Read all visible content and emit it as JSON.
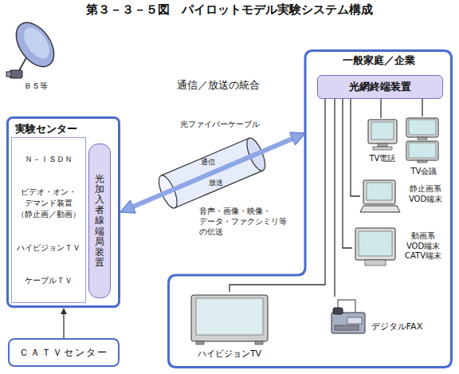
{
  "diagram": {
    "title": "第３－３－５図　パイロットモデル実験システム構成",
    "nodes": [
      {
        "text": [
          "実験センター"
        ]
      },
      {
        "text": [
          "Ｎ－ＩＳＤＮ",
          "ビデオ・オン・ デマンド装置 （静止画／動画）",
          "ハイビジョンＴＶ",
          "ケーブルＴＶ"
        ],
        "in": 0
      },
      {
        "text": [
          "光加入者線端局装置"
        ],
        "in": 0
      },
      {
        "text": [
          "ＣＡＴＶセンター"
        ]
      },
      {
        "text": [
          "一般家庭／企業"
        ]
      },
      {
        "text": [
          "光網終端装置"
        ],
        "in": 4
      },
      {
        "text": [
          "TV電話"
        ],
        "in": 4
      },
      {
        "text": [
          "TV会議"
        ],
        "in": 4
      },
      {
        "text": [
          "静止画系 VOD端末"
        ],
        "in": 4
      },
      {
        "text": [
          "動画系 VOD端末 CATV端末"
        ],
        "in": 4
      },
      {
        "text": [
          "ハイビジョンTV"
        ],
        "in": 4
      },
      {
        "text": [
          "デジタルFAX"
        ],
        "in": 4
      }
    ],
    "edges": [
      {
        "from": 3,
        "to": 0,
        "arrow": "to"
      },
      {
        "from": 0,
        "to": 4,
        "arrow": "both"
      },
      {
        "from": 5,
        "to": 6,
        "arrow": "none"
      },
      {
        "from": 5,
        "to": 7,
        "arrow": "none"
      },
      {
        "from": 5,
        "to": 8,
        "arrow": "none"
      },
      {
        "from": 5,
        "to": 9,
        "arrow": "none"
      },
      {
        "from": 5,
        "to": 10,
        "arrow": "none"
      },
      {
        "from": 5,
        "to": 11,
        "arrow": "none"
      }
    ],
    "labels": [
      "ＢＳ等",
      "通信／放送の統合",
      "光ファイバーケーブル",
      "通信",
      "放送",
      "音声・画像・映像・ データ・ファクシミリ等 の伝送"
    ]
  }
}
